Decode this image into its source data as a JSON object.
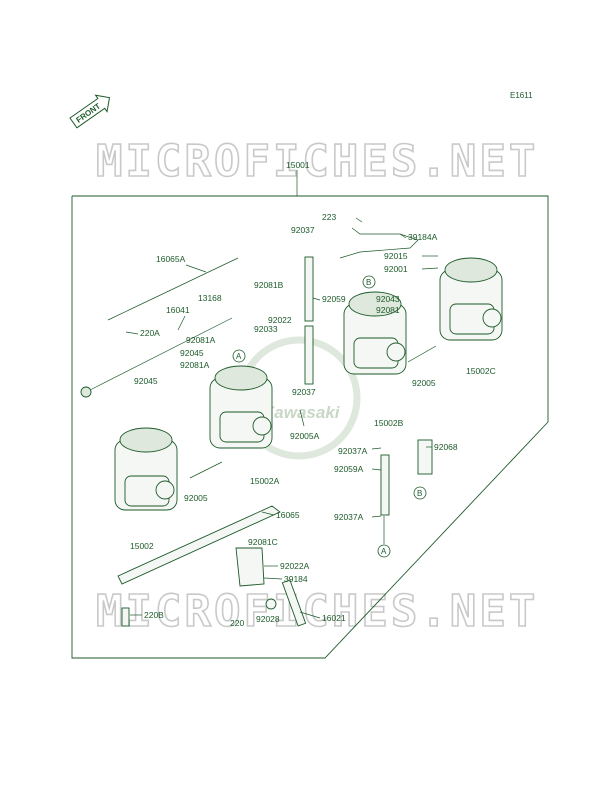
{
  "figure_ref": "E1611",
  "front_label": "FRONT",
  "watermark": "MICROFICHES.NET",
  "center_logo": "Kawasaki",
  "callouts": {
    "A": "A",
    "B": "B"
  },
  "parts": {
    "p15001": "15001",
    "p16065A": "16065A",
    "p16041": "16041",
    "p220A": "220A",
    "p92081A_1": "92081A",
    "p92045_1": "92045",
    "p92045_2": "92045",
    "p92081A_2": "92081A",
    "p13168": "13168",
    "p92081B": "92081B",
    "p92022": "92022",
    "p92033": "92033",
    "p92037_top": "92037",
    "p223": "223",
    "p39184A": "39184A",
    "p92059": "92059",
    "p92015": "92015",
    "p92001": "92001",
    "p92043": "92043",
    "p92081": "92081",
    "p15002C": "15002C",
    "p92005_r": "92005",
    "p92037_mid": "92037",
    "p92005A": "92005A",
    "p15002B": "15002B",
    "p92037A_1": "92037A",
    "p92068": "92068",
    "p92059A": "92059A",
    "p15002A": "15002A",
    "p92005_l": "92005",
    "p92037A_2": "92037A",
    "p15002": "15002",
    "p16065": "16065",
    "p92081C": "92081C",
    "p92022A": "92022A",
    "p39184": "39184",
    "p220B": "220B",
    "p220": "220",
    "p92028": "92028",
    "p16021": "16021"
  }
}
